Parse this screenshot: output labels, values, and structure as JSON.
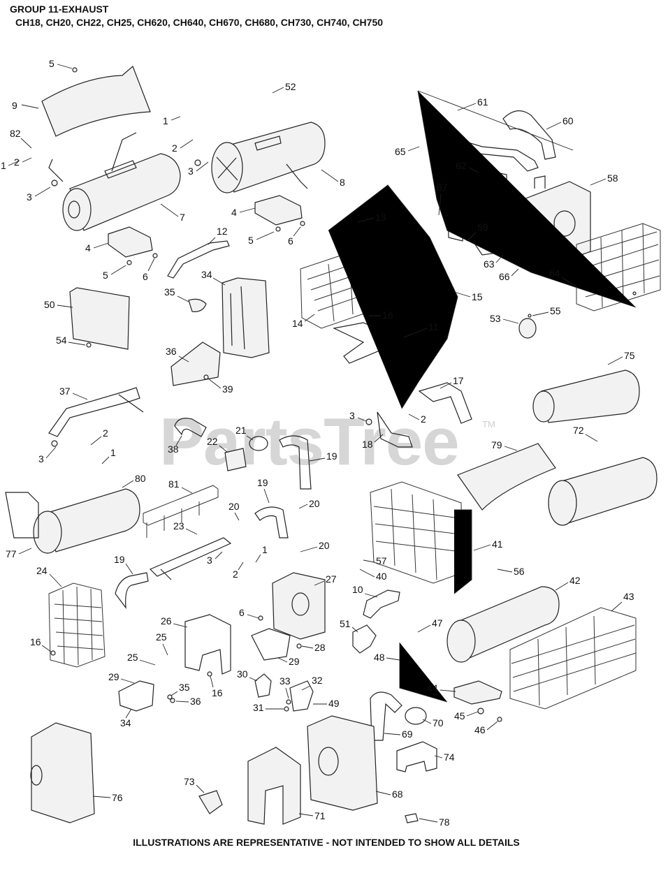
{
  "header": {
    "title": "GROUP 11-EXHAUST",
    "models": "CH18, CH20, CH22, CH25, CH620, CH640, CH670, CH680, CH730, CH740, CH750"
  },
  "watermark": {
    "text": "PartsTree",
    "tm": "TM"
  },
  "footer": {
    "note": "ILLUSTRATIONS ARE REPRESENTATIVE - NOT INTENDED TO SHOW ALL DETAILS"
  },
  "callouts": [
    "5",
    "9",
    "82",
    "1",
    "2",
    "3",
    "7",
    "1",
    "2",
    "3",
    "52",
    "8",
    "4",
    "5",
    "6",
    "12",
    "4",
    "5",
    "6",
    "61",
    "60",
    "65",
    "62",
    "67",
    "58",
    "59",
    "63",
    "66",
    "64",
    "13",
    "15",
    "14",
    "16",
    "11",
    "34",
    "35",
    "50",
    "54",
    "36",
    "39",
    "53",
    "55",
    "37",
    "2",
    "3",
    "1",
    "38",
    "22",
    "21",
    "19",
    "17",
    "3",
    "2",
    "18",
    "75",
    "72",
    "79",
    "80",
    "81",
    "20",
    "19",
    "20",
    "77",
    "23",
    "24",
    "19",
    "3",
    "1",
    "2",
    "20",
    "41",
    "57",
    "40",
    "56",
    "42",
    "43",
    "27",
    "10",
    "6",
    "28",
    "29",
    "26",
    "25",
    "25",
    "29",
    "35",
    "36",
    "16",
    "34",
    "16",
    "30",
    "33",
    "32",
    "31",
    "49",
    "51",
    "47",
    "48",
    "44",
    "45",
    "46",
    "69",
    "70",
    "74",
    "76",
    "73",
    "71",
    "68",
    "78"
  ],
  "colors": {
    "line": "#222222",
    "watermark": "#d6d6d6",
    "background": "#ffffff"
  }
}
